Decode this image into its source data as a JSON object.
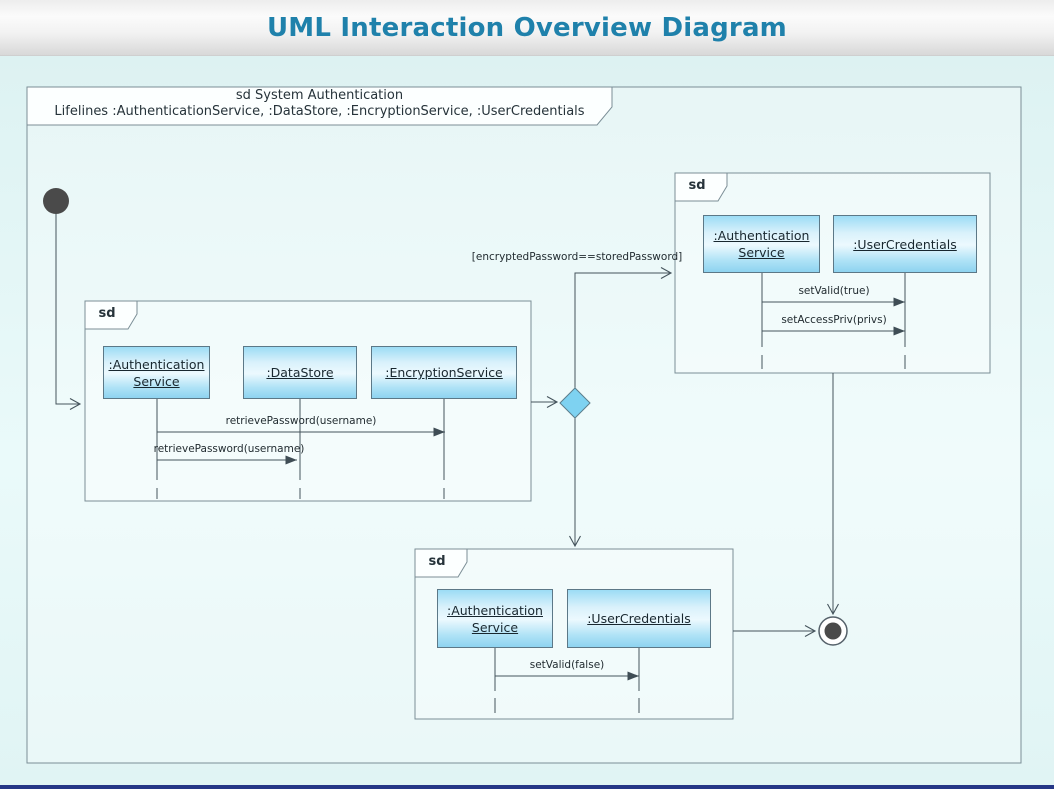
{
  "header": {
    "title": "UML Interaction Overview Diagram"
  },
  "outer_frame": {
    "heading": "sd System Authentication",
    "lifelines_list": "Lifelines :AuthenticationService, :DataStore, :EncryptionService, :UserCredentials"
  },
  "nodes": {
    "guard_label": "[encryptedPassword==storedPassword]"
  },
  "fragments": [
    {
      "tab": "sd",
      "lifelines": [
        {
          "line1": ":Authentication",
          "line2": "Service"
        },
        {
          "line1": ":DataStore",
          "line2": ""
        },
        {
          "line1": ":EncryptionService",
          "line2": ""
        }
      ],
      "messages": [
        {
          "label": "retrievePassword(username)"
        },
        {
          "label": "retrievePassword(username)"
        }
      ]
    },
    {
      "tab": "sd",
      "lifelines": [
        {
          "line1": ":Authentication",
          "line2": "Service"
        },
        {
          "line1": ":UserCredentials",
          "line2": ""
        }
      ],
      "messages": [
        {
          "label": "setValid(true)"
        },
        {
          "label": "setAccessPriv(privs)"
        }
      ]
    },
    {
      "tab": "sd",
      "lifelines": [
        {
          "line1": ":Authentication",
          "line2": "Service"
        },
        {
          "line1": ":UserCredentials",
          "line2": ""
        }
      ],
      "messages": [
        {
          "label": "setValid(false)"
        }
      ]
    }
  ],
  "colors": {
    "title_teal": "#1f81ab",
    "box_fill_bottom": "#8ed3f0",
    "diamond_fill": "#7ed2f1",
    "line_gray": "#45545c",
    "bottom_bar_navy": "#253786"
  }
}
